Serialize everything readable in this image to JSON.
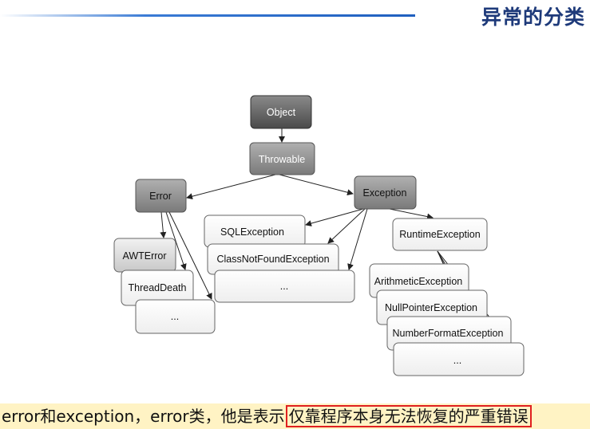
{
  "header": {
    "title": "异常的分类"
  },
  "diagram": {
    "nodes": {
      "object": "Object",
      "throwable": "Throwable",
      "error": "Error",
      "exception": "Exception",
      "awt_error": "AWTError",
      "thread_death": "ThreadDeath",
      "error_more": "...",
      "sql_exception": "SQLException",
      "class_not_found": "ClassNotFoundException",
      "exception_more": "...",
      "runtime_exception": "RuntimeException",
      "arithmetic_exception": "ArithmeticException",
      "null_pointer_exception": "NullPointerException",
      "number_format_exception": "NumberFormatException",
      "runtime_more": "..."
    }
  },
  "caption": {
    "prefix": "error和exception，error类，他是表示",
    "highlight": "仅靠程序本身无法恢复的严重错误"
  }
}
